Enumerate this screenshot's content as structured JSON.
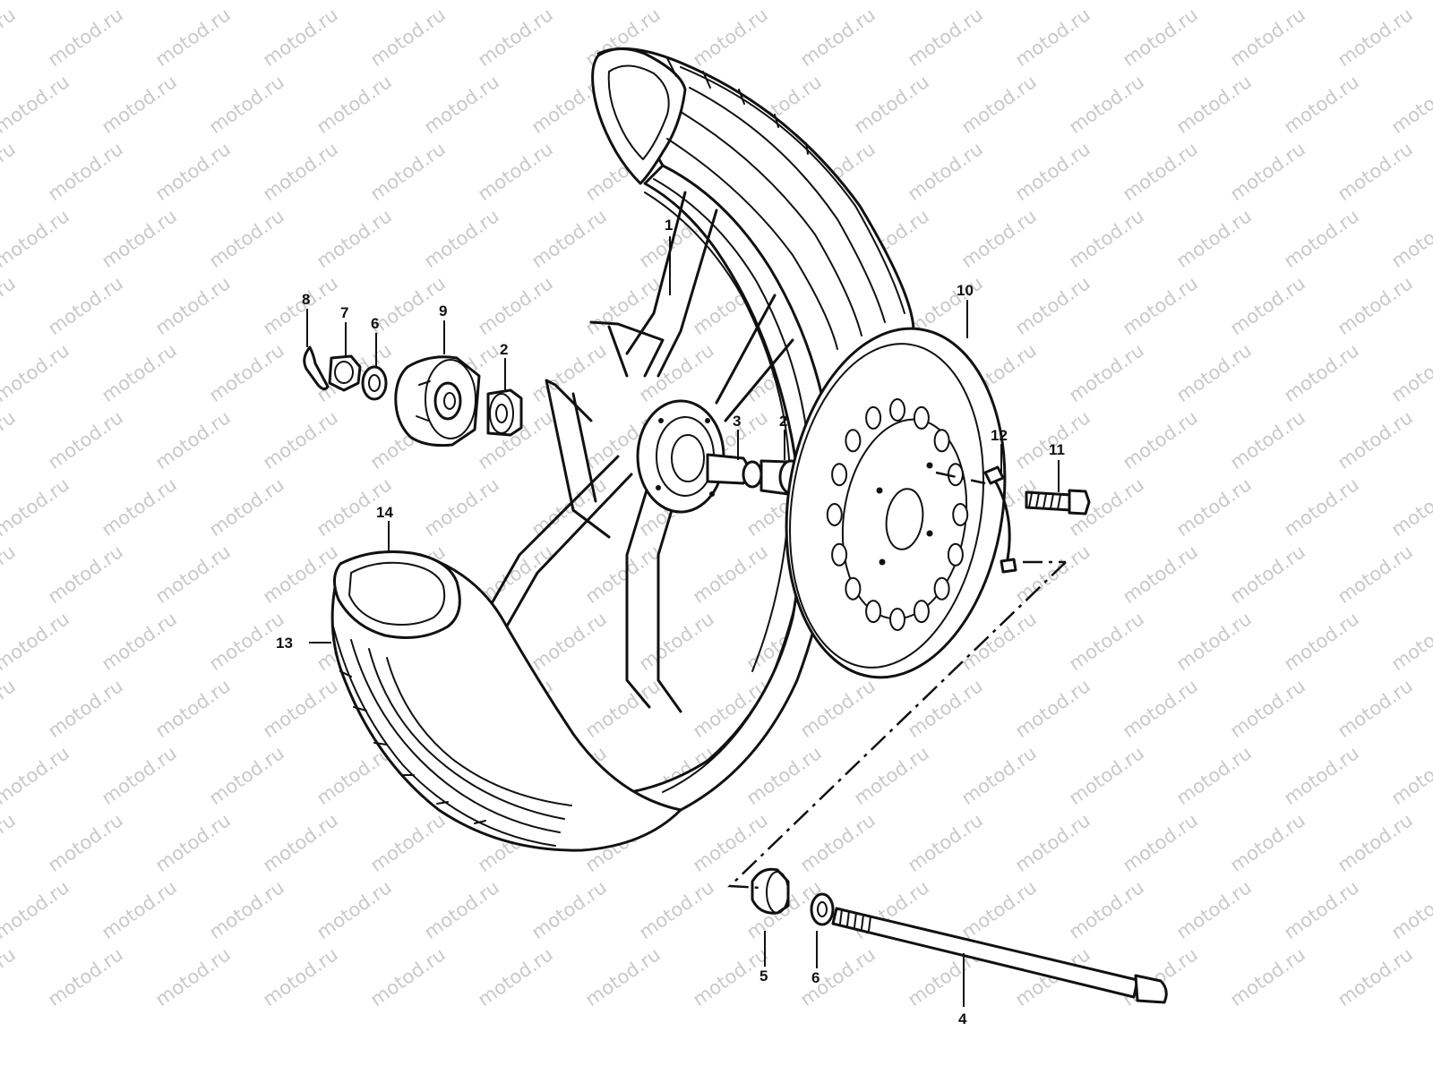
{
  "watermark": {
    "text": "motod.ru"
  },
  "callouts": [
    {
      "id": "1",
      "label": "1"
    },
    {
      "id": "2a",
      "label": "2"
    },
    {
      "id": "2b",
      "label": "2"
    },
    {
      "id": "3",
      "label": "3"
    },
    {
      "id": "4",
      "label": "4"
    },
    {
      "id": "5",
      "label": "5"
    },
    {
      "id": "6a",
      "label": "6"
    },
    {
      "id": "6b",
      "label": "6"
    },
    {
      "id": "7",
      "label": "7"
    },
    {
      "id": "8",
      "label": "8"
    },
    {
      "id": "9",
      "label": "9"
    },
    {
      "id": "10",
      "label": "10"
    },
    {
      "id": "11",
      "label": "11"
    },
    {
      "id": "12",
      "label": "12"
    },
    {
      "id": "13",
      "label": "13"
    },
    {
      "id": "14",
      "label": "14"
    }
  ],
  "colors": {
    "line": "#111111",
    "watermark": "#c9c9c9",
    "background": "#ffffff"
  }
}
